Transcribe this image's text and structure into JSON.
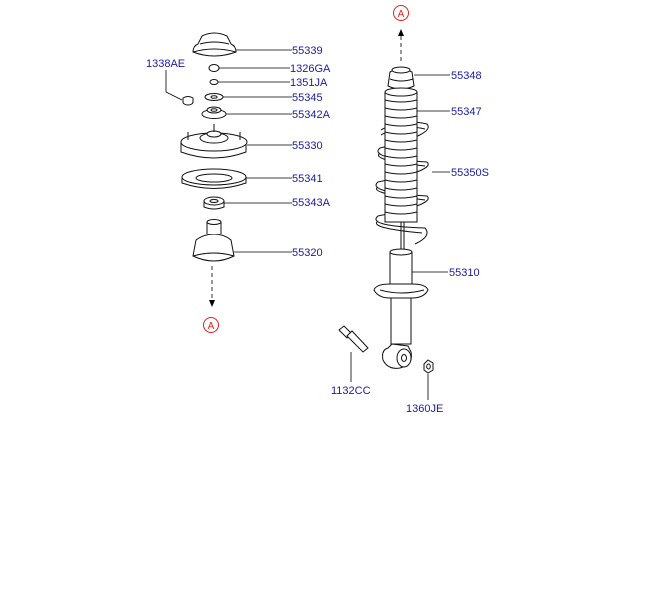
{
  "diagram": {
    "parts": [
      {
        "id": "55339",
        "label": "55339"
      },
      {
        "id": "1326GA",
        "label": "1326GA"
      },
      {
        "id": "1338AE",
        "label": "1338AE"
      },
      {
        "id": "1351JA",
        "label": "1351JA"
      },
      {
        "id": "55345",
        "label": "55345"
      },
      {
        "id": "55342A",
        "label": "55342A"
      },
      {
        "id": "55330",
        "label": "55330"
      },
      {
        "id": "55341",
        "label": "55341"
      },
      {
        "id": "55343A",
        "label": "55343A"
      },
      {
        "id": "55320",
        "label": "55320"
      },
      {
        "id": "55348",
        "label": "55348"
      },
      {
        "id": "55347",
        "label": "55347"
      },
      {
        "id": "55350S",
        "label": "55350S"
      },
      {
        "id": "55310",
        "label": "55310"
      },
      {
        "id": "1132CC",
        "label": "1132CC"
      },
      {
        "id": "1360JE",
        "label": "1360JE"
      }
    ],
    "reference_markers": [
      {
        "id": "top",
        "label": "A"
      },
      {
        "id": "bottom",
        "label": "A"
      }
    ],
    "colors": {
      "label": "#1a1aa6",
      "reference": "#e02020",
      "line": "#111111"
    }
  }
}
